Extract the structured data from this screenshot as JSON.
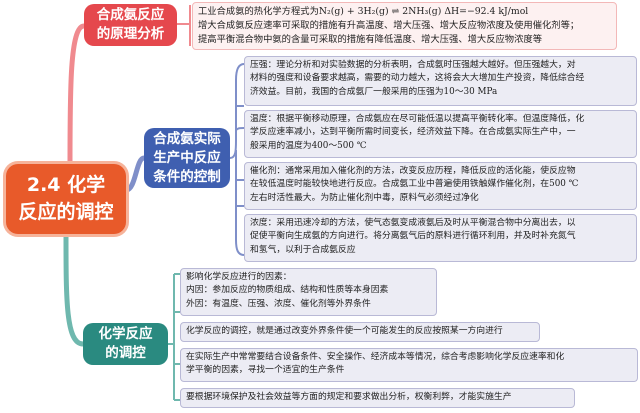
{
  "central": {
    "line1": "2.4 化学",
    "line2": "反应的调控"
  },
  "branches": {
    "principle": {
      "line1": "合成氨反应",
      "line2": "的原理分析",
      "notes": [
        "工业合成氨的热化学方程式为N₂(g) + 3H₂(g) ⇌ 2NH₃(g)    ΔH=−92.4 kJ/mol",
        "增大合成氨反应速率可采取的措施有升高温度、增大压强、增大反应物浓度及使用催化剂等；",
        "提高平衡混合物中氨的含量可采取的措施有降低温度、增大压强、增大反应物浓度等"
      ]
    },
    "conditions": {
      "line1": "合成氨实际",
      "line2": "生产中反应",
      "line3": "条件的控制",
      "notes": [
        {
          "lines": [
            "压强：理论分析和对实验数据的分析表明，合成氨时压强越大越好。但压强越大，对",
            "材料的强度和设备要求越高，需要的动力越大，这将会大大增加生产投资，降低综合经",
            "济效益。目前，我国的合成氨厂一般采用的压强为10～30 MPa"
          ]
        },
        {
          "lines": [
            "温度：根据平衡移动原理，合成氨应在尽可能低温以提高平衡转化率。但温度降低，化",
            "学反应速率减小，达到平衡所需时间变长，经济效益下降。在合成氨实际生产中，一",
            "般采用的温度为400～500 ℃"
          ]
        },
        {
          "lines": [
            "催化剂：通常采用加入催化剂的方法，改变反应历程，降低反应的活化能，使反应物",
            "在较低温度时能较快地进行反应。合成氨工业中普遍使用铁触媒作催化剂，在500 ℃",
            "左右时活性最大。为防止催化剂中毒，原料气必须经过净化"
          ]
        },
        {
          "lines": [
            "浓度：采用迅速冷却的方法，使气态氨变成液氨后及时从平衡混合物中分离出去，以",
            "促使平衡向生成氨的方向进行。将分离氨气后的原料进行循环利用，并及时补充氮气",
            "和氢气，以利于合成氨反应"
          ]
        }
      ]
    },
    "regulation": {
      "line1": "化学反应",
      "line2": "的调控",
      "notes": [
        {
          "lines": [
            "影响化学反应进行的因素：",
            "内因：参加反应的物质组成、结构和性质等本身因素",
            "外因：有温度、压强、浓度、催化剂等外界条件"
          ]
        },
        {
          "lines": [
            "化学反应的调控，就是通过改变外界条件使一个可能发生的反应按照某一方向进行"
          ]
        },
        {
          "lines": [
            "在实际生产中常常要结合设备条件、安全操作、经济成本等情况，综合考虑影响化学反应速率和化",
            "学平衡的因素，寻找一个适宜的生产条件"
          ]
        },
        {
          "lines": [
            "要根据环境保护及社会效益等方面的规定和要求做出分析，权衡利弊，才能实施生产"
          ]
        }
      ]
    }
  },
  "colors": {
    "central": "#e85a2a",
    "principle": "#e5484d",
    "conditions": "#3f5fb0",
    "regulation": "#2a8a80",
    "connector_red": "#f08a8f",
    "connector_blue": "#7f8fc9",
    "connector_teal": "#6fb8ae",
    "leaf_bg": "#ececf4",
    "leaf_border": "#b9b9d6"
  }
}
